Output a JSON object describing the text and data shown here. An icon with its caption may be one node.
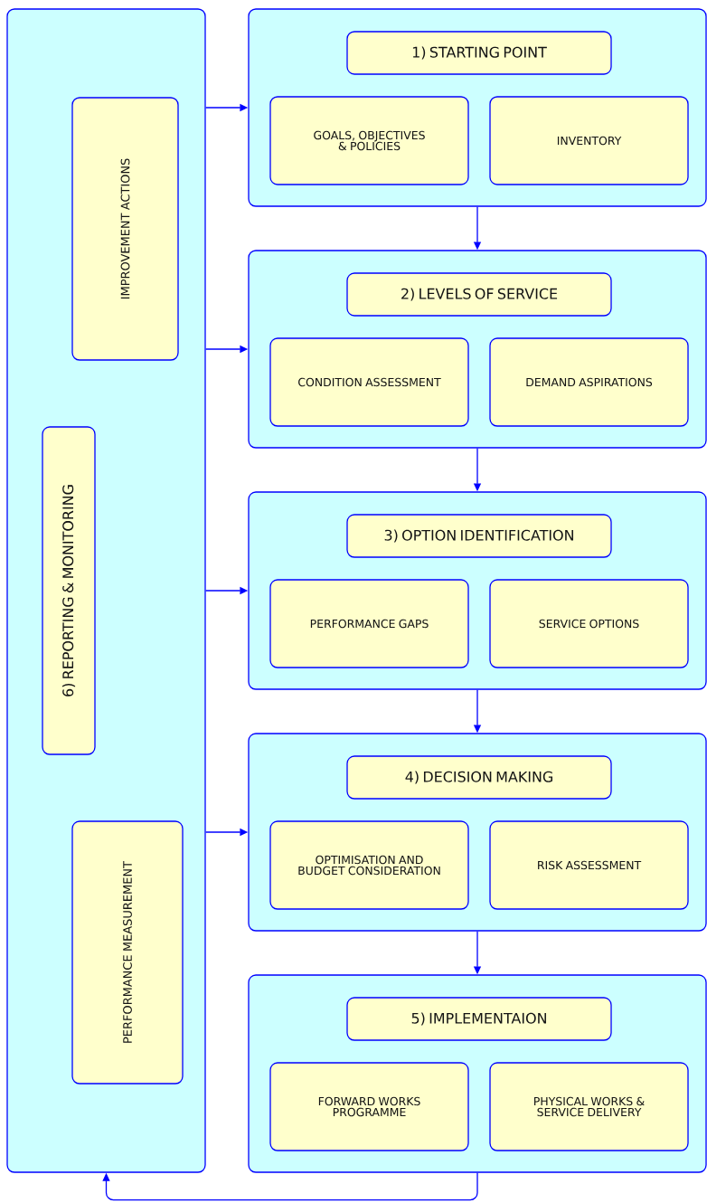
{
  "diagram": {
    "nodes": [
      {
        "text": [],
        "shape": "box"
      },
      {
        "text": [
          "IMPROVEMENT ACTIONS"
        ],
        "in": 0
      },
      {
        "text": [
          "6) REPORTING & MONITORING"
        ],
        "in": 0
      },
      {
        "text": [
          "PERFORMANCE MEASUREMENT"
        ],
        "in": 0
      },
      {
        "text": [],
        "shape": "box"
      },
      {
        "text": [
          "1) STARTING POINT"
        ],
        "in": 4
      },
      {
        "text": [
          "GOALS, OBJECTIVES & POLICIES"
        ],
        "in": 4
      },
      {
        "text": [
          "INVENTORY"
        ],
        "in": 4
      },
      {
        "text": [],
        "shape": "box"
      },
      {
        "text": [
          "2) LEVELS OF SERVICE"
        ],
        "in": 8
      },
      {
        "text": [
          "CONDITION ASSESSMENT"
        ],
        "in": 8
      },
      {
        "text": [
          "DEMAND ASPIRATIONS"
        ],
        "in": 8
      },
      {
        "text": [],
        "shape": "box"
      },
      {
        "text": [
          "3) OPTION IDENTIFICATION"
        ],
        "in": 12
      },
      {
        "text": [
          "PERFORMANCE GAPS"
        ],
        "in": 12
      },
      {
        "text": [
          "SERVICE OPTIONS"
        ],
        "in": 12
      },
      {
        "text": [],
        "shape": "box"
      },
      {
        "text": [
          "4) DECISION MAKING"
        ],
        "in": 16
      },
      {
        "text": [
          "OPTIMISATION AND BUDGET CONSIDERATION"
        ],
        "in": 16
      },
      {
        "text": [
          "RISK ASSESSMENT"
        ],
        "in": 16
      },
      {
        "text": [],
        "shape": "box"
      },
      {
        "text": [
          "5) IMPLEMENTAION"
        ],
        "in": 20
      },
      {
        "text": [
          "FORWARD WORKS PROGRAMME"
        ],
        "in": 20
      },
      {
        "text": [
          "PHYSICAL WORKS & SERVICE DELIVERY"
        ],
        "in": 20
      }
    ],
    "edges": [
      {
        "from": 0,
        "to": 4,
        "arrow": "to"
      },
      {
        "from": 0,
        "to": 8,
        "arrow": "to"
      },
      {
        "from": 0,
        "to": 12,
        "arrow": "to"
      },
      {
        "from": 0,
        "to": 16,
        "arrow": "to"
      },
      {
        "from": 4,
        "to": 8,
        "arrow": "to"
      },
      {
        "from": 8,
        "to": 12,
        "arrow": "to"
      },
      {
        "from": 12,
        "to": 16,
        "arrow": "to"
      },
      {
        "from": 16,
        "to": 20,
        "arrow": "to"
      },
      {
        "from": 20,
        "to": 0,
        "arrow": "to"
      }
    ]
  }
}
